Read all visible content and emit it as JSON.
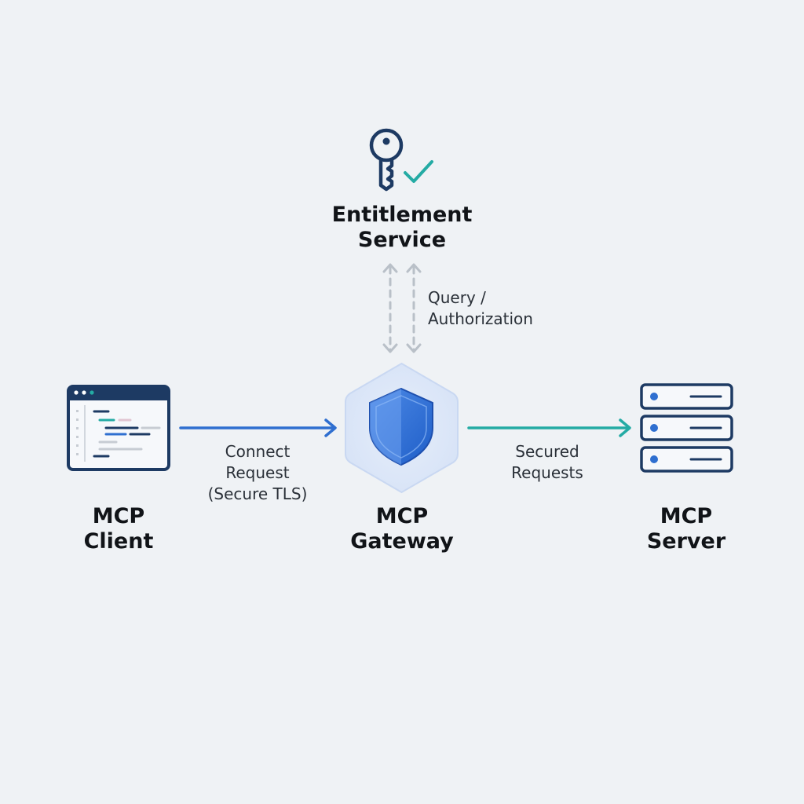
{
  "nodes": {
    "entitlement": {
      "title_line1": "Entitlement",
      "title_line2": "Service",
      "icon": "key-check-icon"
    },
    "client": {
      "title_line1": "MCP",
      "title_line2": "Client",
      "icon": "code-window-icon"
    },
    "gateway": {
      "title_line1": "MCP",
      "title_line2": "Gateway",
      "icon": "shield-icon"
    },
    "server": {
      "title_line1": "MCP",
      "title_line2": "Server",
      "icon": "server-stack-icon"
    }
  },
  "edges": {
    "query": {
      "label_line1": "Query /",
      "label_line2": "Authorization"
    },
    "connect": {
      "label_line1": "Connect",
      "label_line2": "Request",
      "label_line3": "(Secure TLS)"
    },
    "secured": {
      "label_line1": "Secured",
      "label_line2": "Requests"
    }
  },
  "colors": {
    "background": "#eff2f5",
    "navy": "#1d3a63",
    "blue": "#2f6fd0",
    "teal": "#24aba4",
    "gray_arrow": "#b9c0c8",
    "hexagon_fill": "#dde7f7"
  }
}
